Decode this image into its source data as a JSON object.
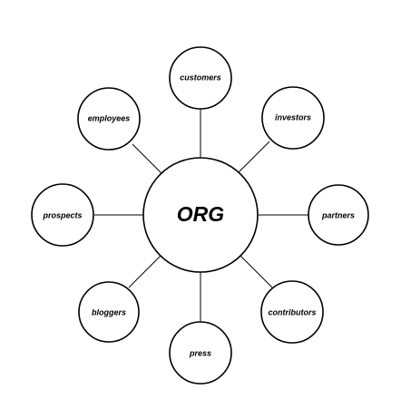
{
  "diagram": {
    "hub": {
      "label": "ORG"
    },
    "nodes": [
      {
        "id": "customers",
        "label": "customers"
      },
      {
        "id": "investors",
        "label": "investors"
      },
      {
        "id": "partners",
        "label": "partners"
      },
      {
        "id": "contributors",
        "label": "contributors"
      },
      {
        "id": "press",
        "label": "press"
      },
      {
        "id": "bloggers",
        "label": "bloggers"
      },
      {
        "id": "prospects",
        "label": "prospects"
      },
      {
        "id": "employees",
        "label": "employees"
      }
    ],
    "colors": {
      "stroke": "#000000",
      "fill": "#ffffff",
      "text": "#000000"
    }
  }
}
